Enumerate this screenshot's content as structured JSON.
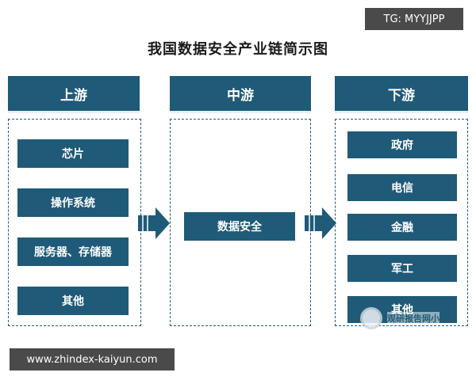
{
  "title": "我国数据安全产业链简示图",
  "top_tag": "TG: MYYJJPP",
  "bottom_tag": "www.zhindex-kaiyun.com",
  "colors": {
    "primary": "#1f5a78",
    "tag_bg": "#4a4a4a"
  },
  "upstream": {
    "header": "上游",
    "items": [
      "芯片",
      "操作系统",
      "服务器、存储器",
      "其他"
    ]
  },
  "midstream": {
    "header": "中游",
    "items": [
      "数据安全"
    ]
  },
  "downstream": {
    "header": "下游",
    "items": [
      "政府",
      "电信",
      "金融",
      "军工",
      "其他"
    ]
  },
  "watermark_text": "观研报告网小"
}
